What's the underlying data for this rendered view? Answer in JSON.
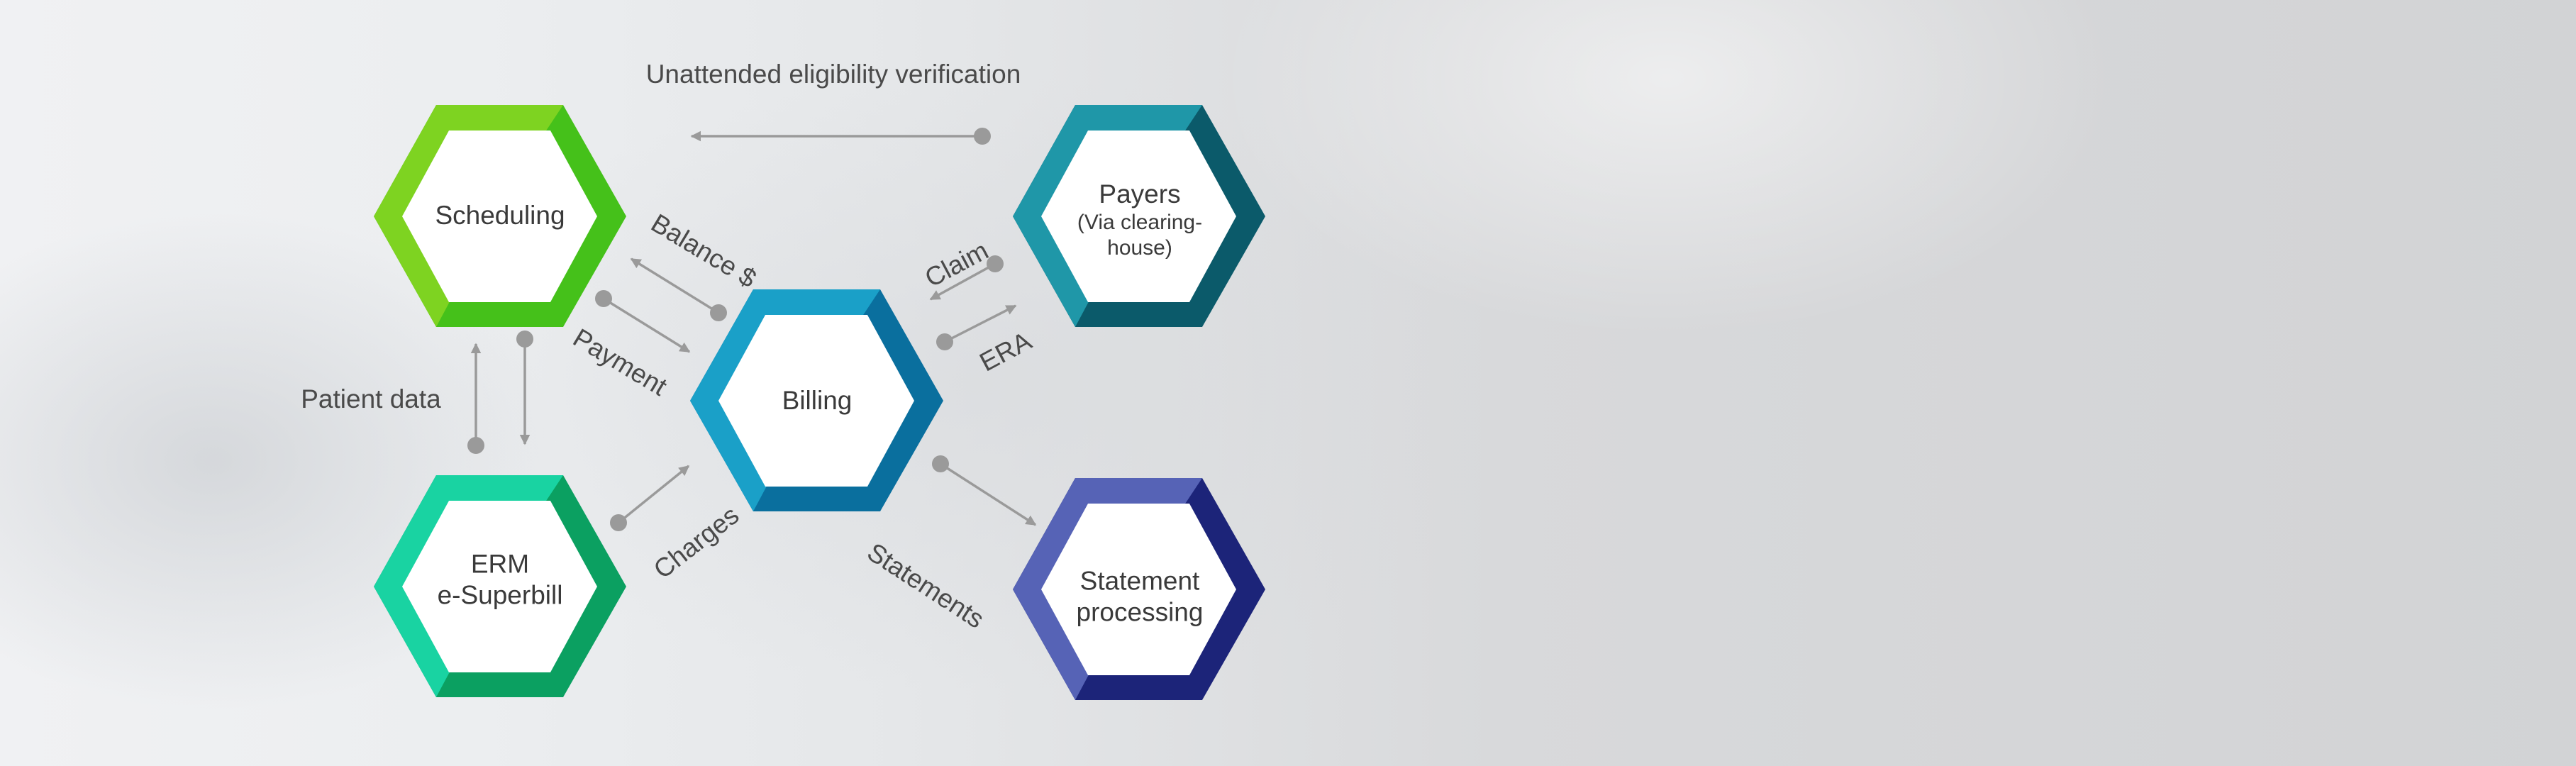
{
  "title": "Unattended eligibility verification",
  "nodes": {
    "scheduling": {
      "label": "Scheduling",
      "color_light": "#7ed321",
      "color_dark": "#45c11a"
    },
    "payers": {
      "label": "Payers",
      "sub1": "(Via clearing-",
      "sub2": "house)",
      "color_light": "#1f97a8",
      "color_dark": "#0b5a6a"
    },
    "billing": {
      "label": "Billing",
      "color_light": "#1aa0c8",
      "color_dark": "#0a6f9e"
    },
    "erm": {
      "label1": "ERM",
      "label2": "e-Superbill",
      "color_light": "#19d3a2",
      "color_dark": "#0ba061"
    },
    "statement": {
      "label1": "Statement",
      "label2": "processing",
      "color_light": "#5663b6",
      "color_dark": "#1c2479"
    }
  },
  "edges": {
    "balance": "Balance $",
    "payment": "Payment",
    "claim": "Claim",
    "era": "ERA",
    "patient_data": "Patient data",
    "charges": "Charges",
    "statements": "Statements"
  },
  "colors": {
    "arrow": "#9a9a9a",
    "text": "#4a4a4a"
  }
}
